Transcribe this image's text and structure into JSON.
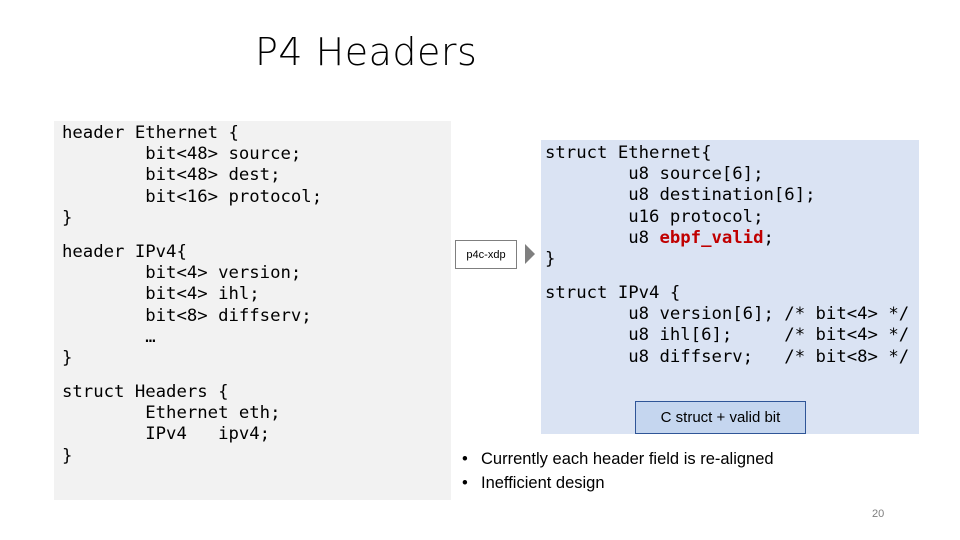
{
  "slide": {
    "title": "P4 Headers",
    "page_number": "20"
  },
  "left_code": {
    "ethernet": {
      "open": "header Ethernet {",
      "fields": [
        "        bit<48> source;",
        "        bit<48> dest;",
        "        bit<16> protocol;"
      ],
      "close": "}"
    },
    "ipv4": {
      "open": "header IPv4{",
      "fields": [
        "        bit<4> version;",
        "        bit<4> ihl;",
        "        bit<8> diffserv;",
        "        …"
      ],
      "close": "}"
    },
    "headers": {
      "open": "struct Headers {",
      "fields": [
        "        Ethernet eth;",
        "        IPv4   ipv4;"
      ],
      "close": "}"
    }
  },
  "right_code": {
    "ethernet": {
      "open": "struct Ethernet{",
      "fields": [
        "        u8 source[6];",
        "        u8 destination[6];",
        "        u16 protocol;"
      ],
      "valid_prefix": "        u8 ",
      "valid_field": "ebpf_valid",
      "valid_suffix": ";",
      "close": "}"
    },
    "ipv4": {
      "open": "struct IPv4 {",
      "fields": [
        "        u8 version[6]; /* bit<4> */",
        "        u8 ihl[6];     /* bit<4> */",
        "        u8 diffserv;   /* bit<8> */"
      ]
    }
  },
  "badge": {
    "label": "p4c-xdp"
  },
  "note": {
    "label": "C struct + valid bit"
  },
  "bullets": [
    {
      "marker": "•",
      "text": "Currently each header field is re-aligned"
    },
    {
      "marker": "•",
      "text": "Inefficient design"
    }
  ],
  "colors": {
    "left_panel_bg": "#f2f2f2",
    "right_panel_bg": "#dae3f3",
    "highlight_red": "#c00000",
    "note_border": "#2f5597"
  }
}
